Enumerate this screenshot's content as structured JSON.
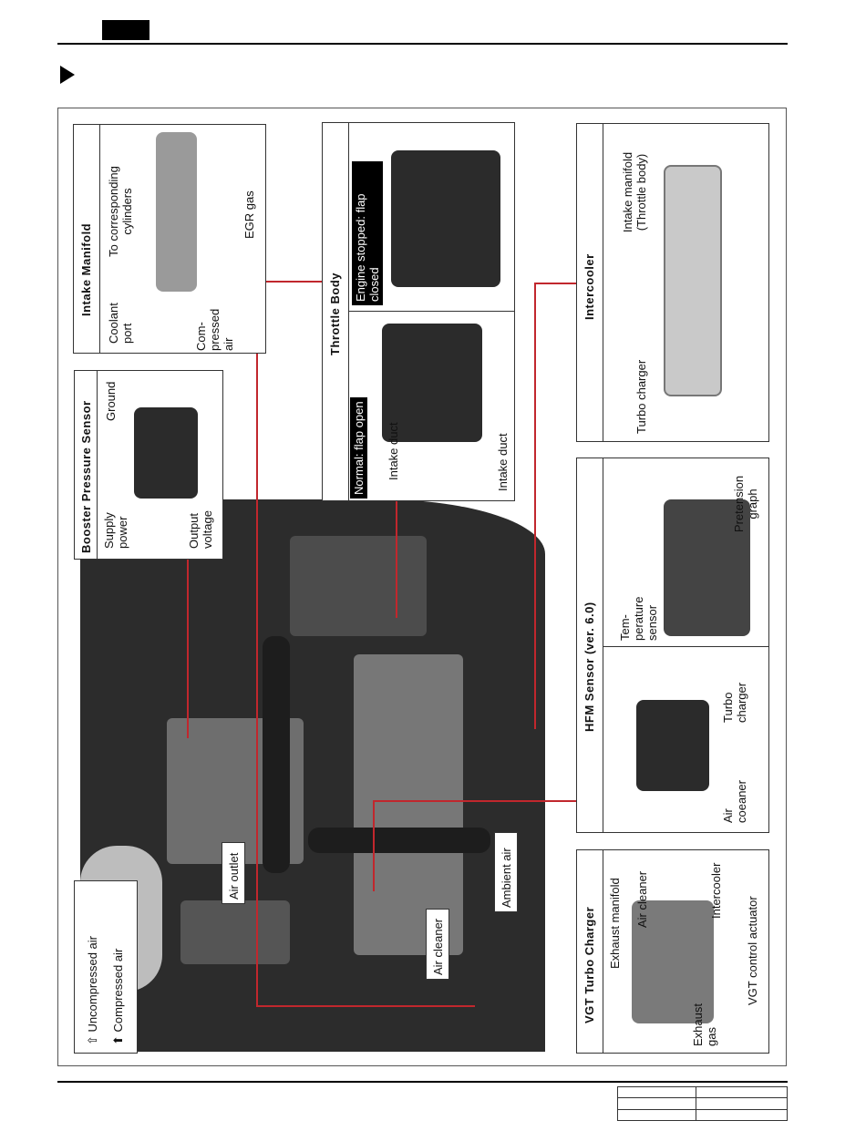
{
  "legend": {
    "uncompressed": "Uncompressed air",
    "compressed": "Compressed air"
  },
  "intake_manifold": {
    "title": "Intake Manifold",
    "coolant_port": "Coolant port",
    "compressed_air": "Com-pressed air",
    "to_cylinders": "To corresponding cylinders",
    "egr_gas": "EGR gas"
  },
  "throttle_body": {
    "title": "Throttle Body",
    "engine_stopped": "Engine stopped: flap closed",
    "normal_open": "Normal: flap open",
    "intake_duct_1": "Intake duct",
    "intake_duct_2": "Intake duct"
  },
  "intercooler": {
    "title": "Intercooler",
    "intake_manifold": "Intake manifold (Throttle body)",
    "turbo_charger": "Turbo charger"
  },
  "booster_sensor": {
    "title": "Booster Pressure Sensor",
    "supply_power": "Supply power",
    "output_voltage": "Output voltage",
    "ground": "Ground"
  },
  "hfm_sensor": {
    "title": "HFM Sensor (ver. 6.0)",
    "temperature_sensor": "Tem-perature sensor",
    "pretension_graph": "Pretension graph",
    "turbo_charger": "Turbo charger",
    "air_cleaner": "Air coeaner"
  },
  "vgt_turbo": {
    "title": "VGT Turbo Charger",
    "exhaust_manifold": "Exhaust manifold",
    "air_cleaner": "Air cleaner",
    "intercooler": "Intercooler",
    "vgt_actuator": "VGT control actuator",
    "exhaust_gas": "Exhaust gas"
  },
  "photo_labels": {
    "air_outlet": "Air outlet",
    "air_cleaner": "Air cleaner",
    "ambient_air": "Ambient air"
  }
}
